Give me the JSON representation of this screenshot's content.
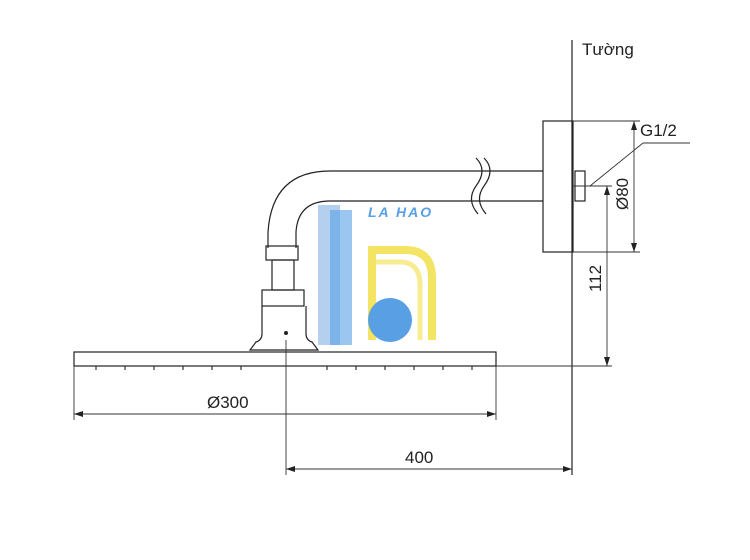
{
  "labels": {
    "wall": "Tường",
    "thread": "G1/2",
    "flange_diameter": "Ø80",
    "drop_height": "112",
    "head_diameter": "Ø300",
    "arm_length": "400"
  },
  "watermark": {
    "text": "LA HAO",
    "colors": {
      "blue": "#3b8fe0",
      "light_blue": "#a8c8ec",
      "yellow": "#f2e04a"
    }
  }
}
